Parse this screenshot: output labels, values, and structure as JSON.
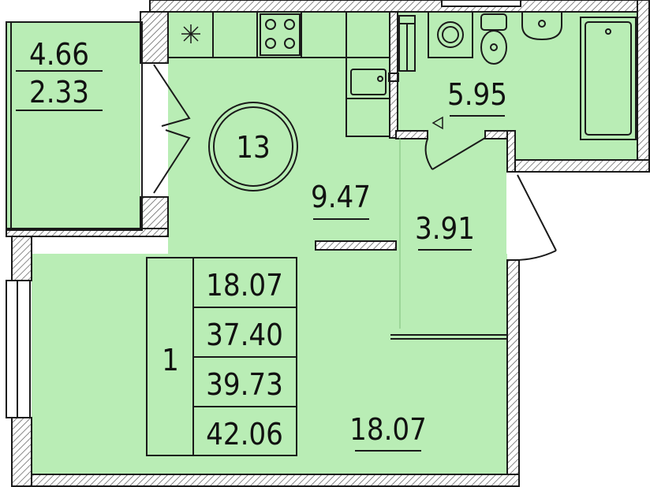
{
  "colors": {
    "room_fill": "#b9edb5",
    "wall": "#1a1a1a",
    "wall_hatch": "#555555",
    "background": "#ffffff"
  },
  "apartment": {
    "number": "13",
    "rooms_count": "1"
  },
  "areas": {
    "balcony_full": "4.66",
    "balcony_reduced": "2.33",
    "kitchen": "9.47",
    "bathroom": "5.95",
    "hallway": "3.91",
    "living_room": "18.07"
  },
  "summary_table": {
    "living_area": "18.07",
    "total_area": "37.40",
    "total_with_reduced_balcony": "39.73",
    "total_with_full_balcony": "42.06"
  },
  "fixtures": [
    "cooktop-icon",
    "stove-icon",
    "sink-icon",
    "washing-machine-icon",
    "toilet-icon",
    "washbasin-icon",
    "bathtub-icon",
    "riser-icon"
  ]
}
